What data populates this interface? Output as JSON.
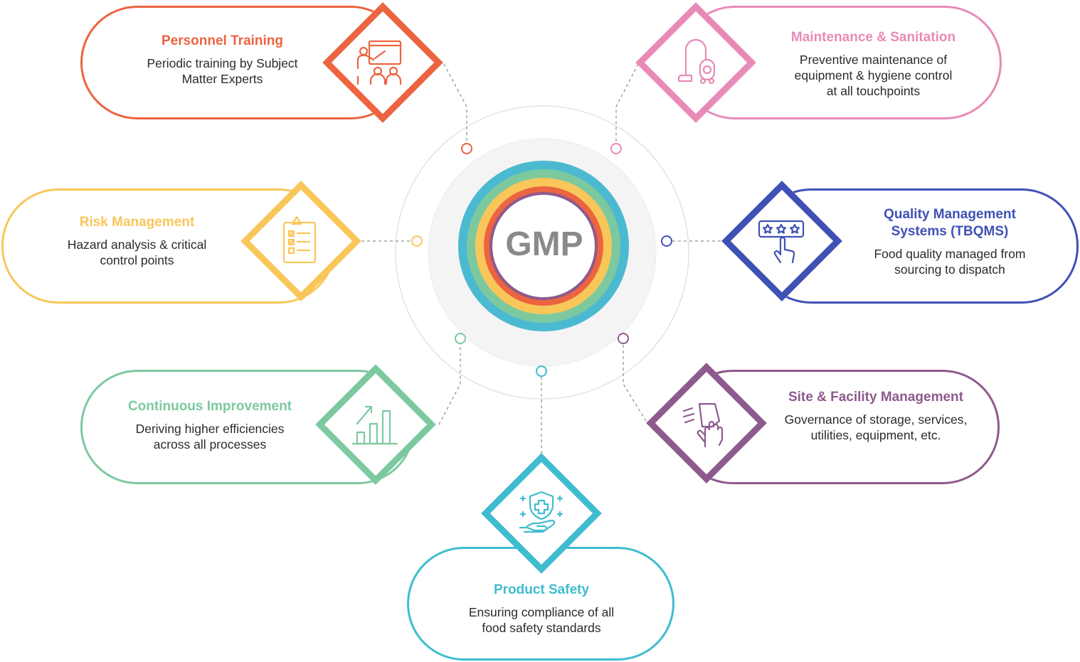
{
  "center": {
    "label": "GMP"
  },
  "cards": [
    {
      "id": "personnel-training",
      "title": "Personnel Training",
      "description": "Periodic training by Subject\nMatter Experts",
      "color": "#ec6440",
      "icon": "training-presentation-icon"
    },
    {
      "id": "maintenance-sanitation",
      "title": "Maintenance & Sanitation",
      "description": "Preventive maintenance of\nequipment & hygiene control\nat all touchpoints",
      "color": "#e88ab8",
      "icon": "vacuum-cleaner-icon"
    },
    {
      "id": "risk-management",
      "title": "Risk Management",
      "description": "Hazard analysis & critical\ncontrol points",
      "color": "#f9c65a",
      "icon": "checklist-clipboard-icon"
    },
    {
      "id": "quality-management",
      "title": "Quality Management\nSystems (TBQMS)",
      "description": "Food quality managed from\nsourcing to dispatch",
      "color": "#3f51b5",
      "icon": "star-rating-hand-icon"
    },
    {
      "id": "continuous-improvement",
      "title": "Continuous Improvement",
      "description": "Deriving higher efficiencies\nacross all processes",
      "color": "#7cc9a0",
      "icon": "growth-chart-icon"
    },
    {
      "id": "site-facility-management",
      "title": "Site & Facility Management",
      "description": "Governance of storage, services,\nutilities, equipment, etc.",
      "color": "#8e5a8e",
      "icon": "cleaning-hand-icon"
    },
    {
      "id": "product-safety",
      "title": "Product Safety",
      "description": "Ensuring compliance of all\nfood safety standards",
      "color": "#3fbccf",
      "icon": "shield-hand-icon"
    }
  ],
  "rings": [
    "#4bbad1",
    "#7cc9a0",
    "#f9c65a",
    "#ec6440",
    "#8e5a8e"
  ]
}
